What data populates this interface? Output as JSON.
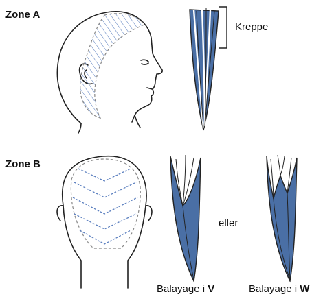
{
  "zone_a": {
    "label": "Zone A",
    "annotation": "Kreppe"
  },
  "zone_b": {
    "label": "Zone B",
    "connector": "eller"
  },
  "variants": [
    {
      "prefix": "Balayage i ",
      "letter": "V"
    },
    {
      "prefix": "Balayage i ",
      "letter": "W"
    }
  ],
  "colors": {
    "strand_fill": "#4a6fa5",
    "hatch": "#5b7fbf",
    "outline": "#222222"
  }
}
